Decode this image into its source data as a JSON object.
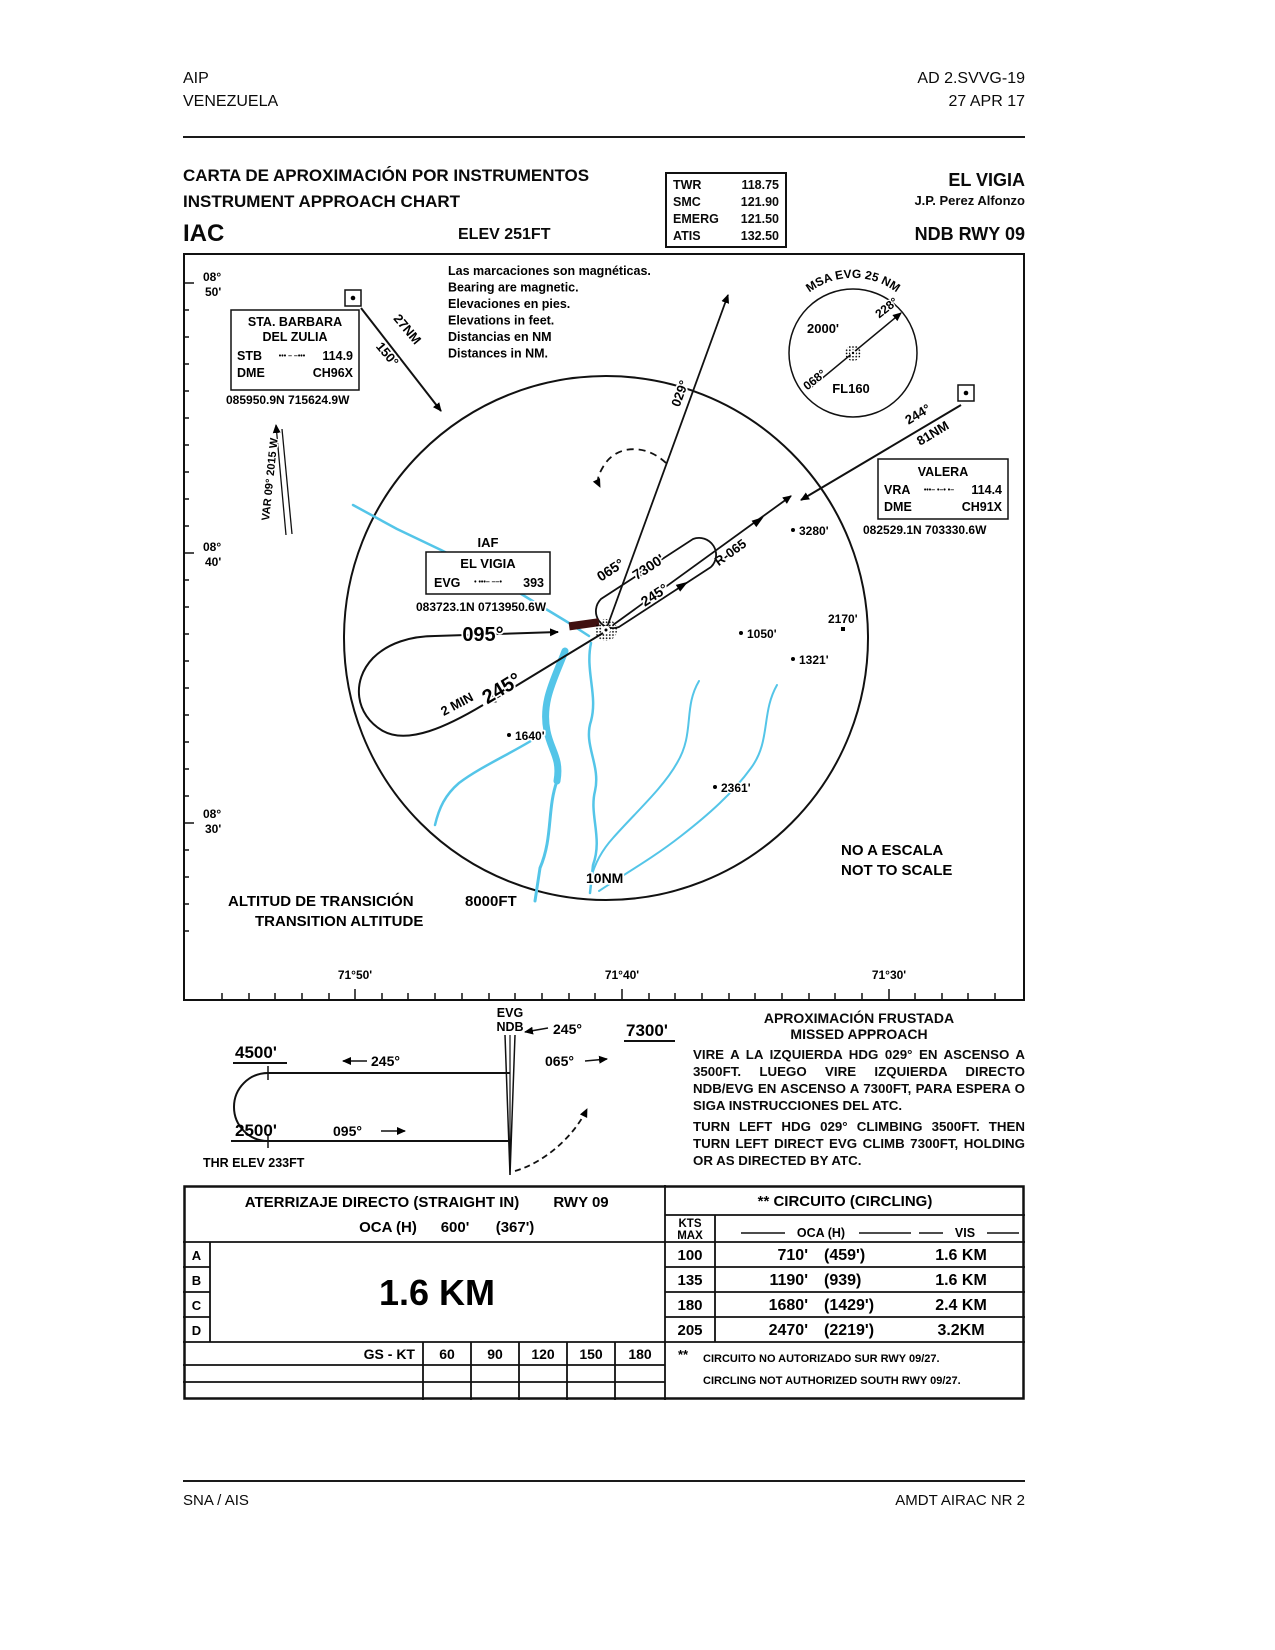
{
  "header": {
    "aip": "AIP",
    "country": "VENEZUELA",
    "doc_ref": "AD 2.SVVG-19",
    "date": "27 APR 17"
  },
  "title_block": {
    "title_es": "CARTA DE APROXIMACIÓN POR INSTRUMENTOS",
    "title_en": "INSTRUMENT APPROACH CHART",
    "chart_type": "IAC",
    "elevation": "ELEV 251FT",
    "frequencies": [
      {
        "name": "TWR",
        "value": "118.75"
      },
      {
        "name": "SMC",
        "value": "121.90"
      },
      {
        "name": "EMERG",
        "value": "121.50"
      },
      {
        "name": "ATIS",
        "value": "132.50"
      }
    ],
    "airport_name": "EL VIGIA",
    "airport_subname": "J.P. Perez Alfonzo",
    "procedure": "NDB RWY 09"
  },
  "plan": {
    "lat_ticks": [
      {
        "deg": "08°",
        "min": "50'"
      },
      {
        "deg": "08°",
        "min": "40'"
      },
      {
        "deg": "08°",
        "min": "30'"
      }
    ],
    "lon_ticks": [
      "71°50'",
      "71°40'",
      "71°30'"
    ],
    "notes": [
      "Las marcaciones son magnéticas.",
      "Bearing are magnetic.",
      "Elevaciones en pies.",
      "Elevations in feet.",
      "Distancias en NM",
      "Distances in NM."
    ],
    "msa": {
      "title": "MSA EVG 25 NM",
      "altitude": "2000'",
      "sector_bearing_1": "228°",
      "sector_bearing_2": "068°",
      "upper_limit": "FL160"
    },
    "sta_barbara": {
      "line1": "STA. BARBARA",
      "line2": "DEL ZULIA",
      "id": "STB",
      "morse": "••• – –•••",
      "freq": "114.9",
      "dme": "DME",
      "channel": "CH96X",
      "coords": "085950.9N 715624.9W",
      "dist": "27NM",
      "track": "150°"
    },
    "valera": {
      "name": "VALERA",
      "id": "VRA",
      "morse": "•••– •–• •–",
      "freq": "114.4",
      "dme": "DME",
      "channel": "CH91X",
      "coords": "082529.1N 703330.6W",
      "track": "244°",
      "dist": "81NM"
    },
    "iaf": {
      "label": "IAF",
      "name": "EL VIGIA",
      "id": "EVG",
      "morse": "• •••– ––•",
      "freq": "393",
      "coords": "083723.1N 0713950.6W"
    },
    "variation": "VAR 09° 2015 W",
    "tracks": {
      "missed_hdg": "029°",
      "outbound": "065°",
      "hold_alt": "7300'",
      "inbound_hold": "245°",
      "radial": "R-065",
      "final": "095°",
      "reversal": "245°",
      "reversal_time": "2 MIN"
    },
    "spot_elevations": [
      "3280'",
      "2170'",
      "1050'",
      "1321'",
      "1640'",
      "2361'"
    ],
    "scale_ring": "10NM",
    "no_scale_1": "NO A ESCALA",
    "no_scale_2": "NOT TO SCALE",
    "transition_label": "ALTITUD DE TRANSICIÓN",
    "transition_value": "8000FT",
    "transition_2": "TRANSITION ALTITUDE"
  },
  "profile": {
    "navaid_top": "EVG",
    "navaid_bottom": "NDB",
    "top_track": "245°",
    "top_alt": "7300'",
    "out_track": "065°",
    "pt_alt_high": "4500'",
    "pt_track_high": "245°",
    "pt_alt_low": "2500'",
    "pt_track_low": "095°",
    "thr_elev": "THR ELEV 233FT",
    "missed_title_1": "APROXIMACIÓN FRUSTADA",
    "missed_title_2": "MISSED APPROACH",
    "missed_text_1": "VIRE A LA IZQUIERDA HDG 029° EN ASCENSO A 3500FT. LUEGO VIRE IZQUIERDA DIRECTO NDB/EVG EN ASCENSO A 7300FT, PARA ESPERA O SIGA INSTRUCCIONES DEL ATC.",
    "missed_text_2": "TURN LEFT HDG 029° CLIMBING 3500FT. THEN TURN LEFT DIRECT EVG CLIMB 7300FT, HOLDING OR AS DIRECTED BY ATC."
  },
  "minimums": {
    "straight_in_title": "ATERRIZAJE DIRECTO (STRAIGHT IN)",
    "straight_in_rwy": "RWY 09",
    "oca_label": "OCA (H)",
    "oca_value": "600'",
    "oca_paren": "(367')",
    "categories": [
      "A",
      "B",
      "C",
      "D"
    ],
    "visibility": "1.6 KM",
    "gs_label": "GS - KT",
    "gs_values": [
      "60",
      "90",
      "120",
      "150",
      "180"
    ],
    "circling_title": "** CIRCUITO (CIRCLING)",
    "kts_1": "KTS",
    "kts_2": "MAX",
    "oca_header": "OCA (H)",
    "vis_header": "VIS",
    "circling_rows": [
      {
        "kts": "100",
        "oca": "710'",
        "paren": "(459')",
        "vis": "1.6 KM"
      },
      {
        "kts": "135",
        "oca": "1190'",
        "paren": "(939)",
        "vis": "1.6 KM"
      },
      {
        "kts": "180",
        "oca": "1680'",
        "paren": "(1429')",
        "vis": "2.4 KM"
      },
      {
        "kts": "205",
        "oca": "2470'",
        "paren": "(2219')",
        "vis": "3.2KM"
      }
    ],
    "note_mark": "**",
    "note_1": "CIRCUITO NO AUTORIZADO SUR RWY 09/27.",
    "note_2": "CIRCLING NOT AUTHORIZED SOUTH RWY 09/27."
  },
  "footer": {
    "left": "SNA / AIS",
    "right": "AMDT AIRAC NR 2"
  }
}
